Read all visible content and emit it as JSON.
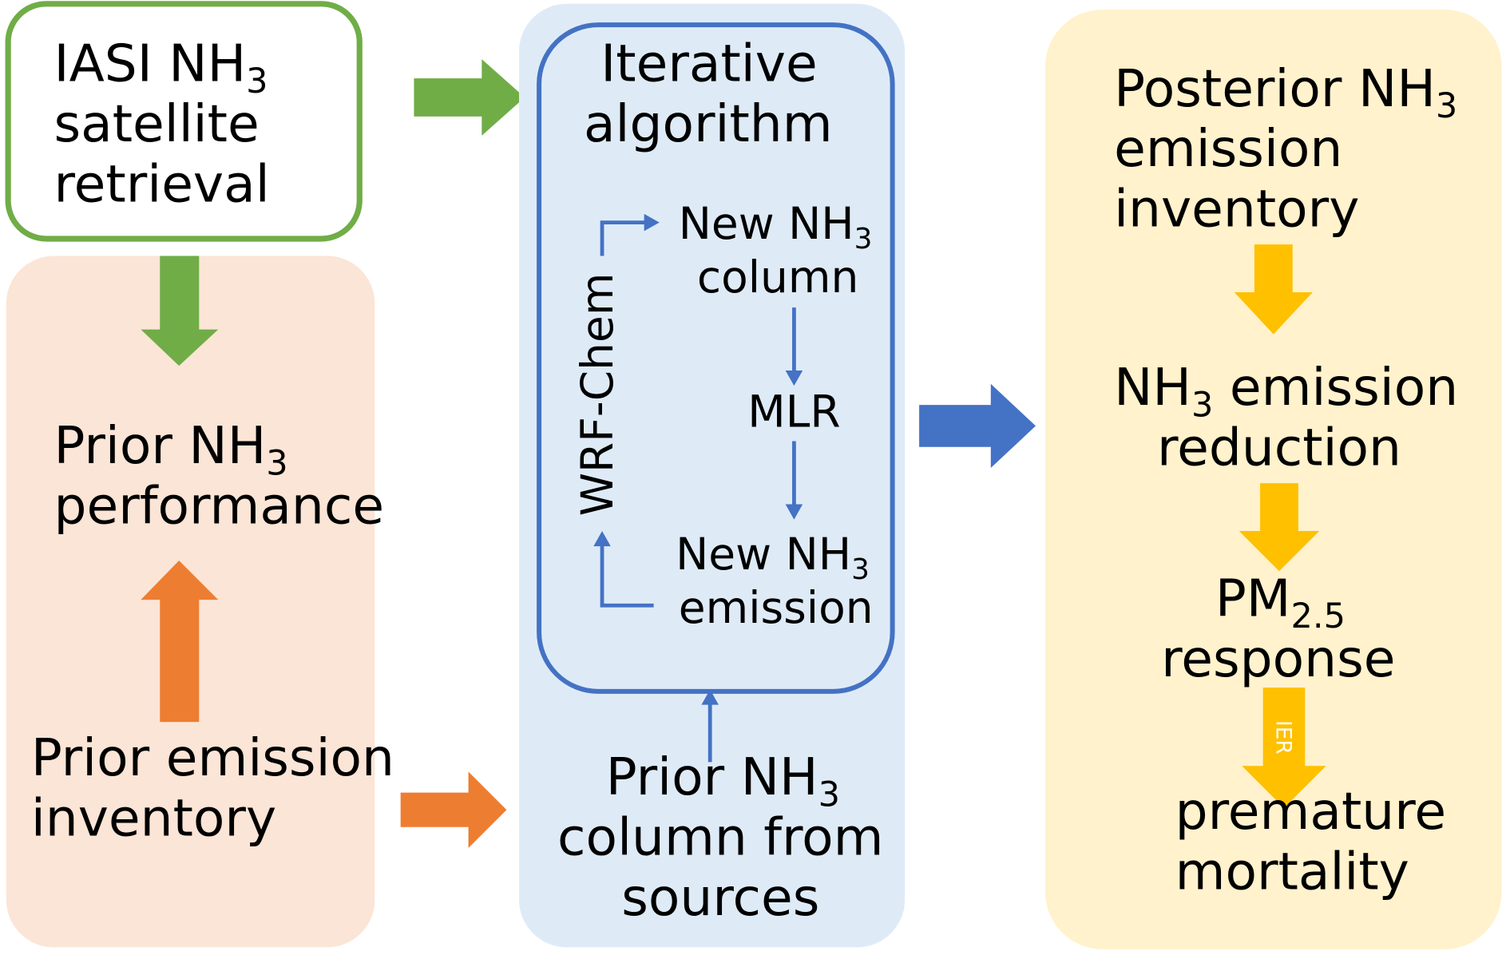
{
  "colors": {
    "green": "#70AD47",
    "orange": "#ED7D31",
    "blue": "#4472C4",
    "gold": "#FFC000",
    "peach_panel": "#FBE5D6",
    "light_blue_panel": "#DEEBF7",
    "light_gold_panel": "#FFF2CC"
  },
  "satellite": {
    "line1": "IASI NH",
    "line1_sub": "3",
    "line2": "satellite",
    "line3": "retrieval"
  },
  "prior_performance": {
    "line1": "Prior NH",
    "line1_sub": "3",
    "line2": "performance"
  },
  "prior_inventory": {
    "line1": "Prior emission",
    "line2": "inventory"
  },
  "iterative": {
    "title_line1": "Iterative",
    "title_line2": "algorithm",
    "new_column_line1": "New NH",
    "new_column_sub": "3",
    "new_column_line2": "column",
    "mlr": "MLR",
    "new_emission_line1": "New NH",
    "new_emission_sub": "3",
    "new_emission_line2": "emission",
    "wrf_chem": "WRF-Chem"
  },
  "prior_column": {
    "line1": "Prior NH",
    "line1_sub": "3",
    "line2": "column from",
    "line3": "sources"
  },
  "posterior": {
    "line1": "Posterior NH",
    "line1_sub": "3",
    "line2": "emission",
    "line3": "inventory"
  },
  "reduction": {
    "line1_pre": "NH",
    "line1_sub": "3",
    "line1_post": " emission",
    "line2": "reduction"
  },
  "pm": {
    "line1": "PM",
    "line1_sub": "2.5",
    "line2": "response"
  },
  "ier_label": "IER",
  "mortality": {
    "line1": "premature",
    "line2": "mortality"
  }
}
